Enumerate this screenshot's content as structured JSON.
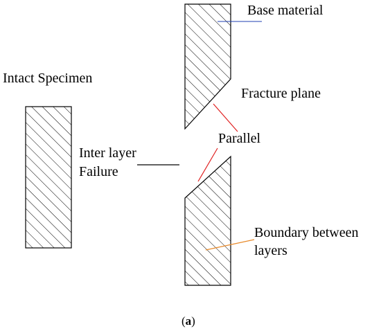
{
  "labels": {
    "intact_specimen": "Intact Specimen",
    "base_material": "Base material",
    "fracture_plane": "Fracture plane",
    "parallel": "Parallel",
    "inter_layer_line1": "Inter layer",
    "inter_layer_line2": "Failure",
    "boundary_line1": "Boundary between",
    "boundary_line2": "layers"
  },
  "caption": {
    "open": "(",
    "letter": "a",
    "close": ")"
  },
  "colors": {
    "outline": "#000000",
    "hatch": "#000000",
    "base_material_leader": "#1f3fb0",
    "parallel_leader": "#e02020",
    "boundary_leader": "#e88a2a",
    "failure_leader": "#000000"
  }
}
